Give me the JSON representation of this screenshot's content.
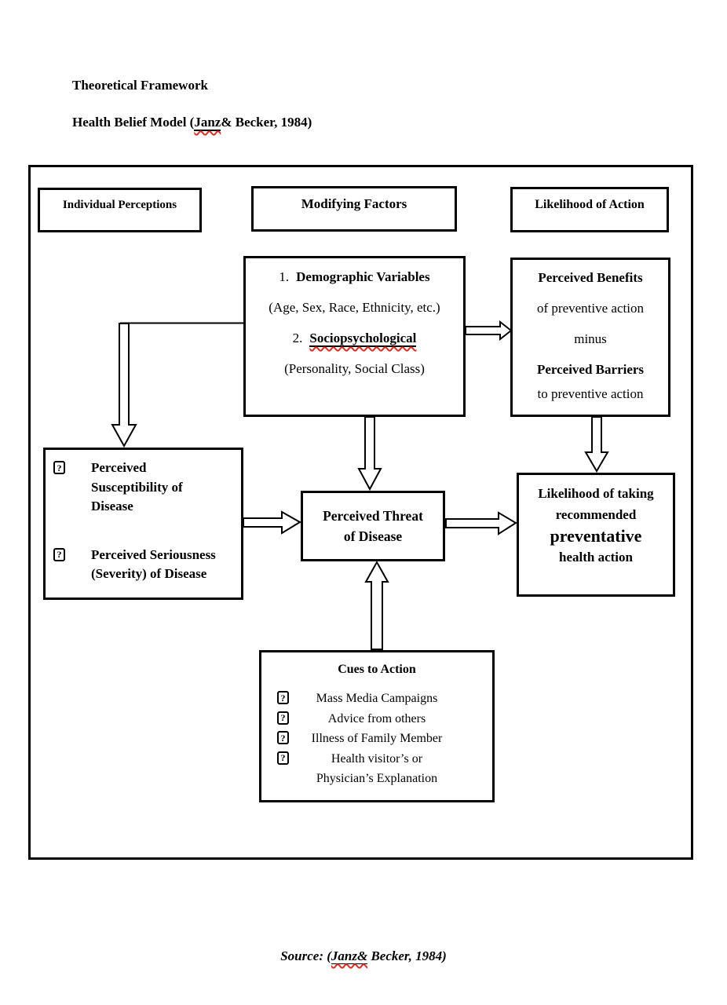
{
  "page": {
    "title_line1": "Theoretical Framework",
    "title2_prefix": "Health Belief Model (",
    "title2_flagged": "Janz",
    "title2_suffix": "& Becker, 1984)",
    "source_prefix": "Source: (",
    "source_flagged": "Janz&",
    "source_suffix": " Becker, 1984)"
  },
  "headers": {
    "individual": "Individual Perceptions",
    "modifying": "Modifying Factors",
    "likelihood": "Likelihood of Action"
  },
  "modifying_box": {
    "item1_num": "1.",
    "item1_main": "Demographic Variables",
    "item1_sub": "(Age, Sex, Race, Ethnicity, etc.)",
    "item2_num": "2.",
    "item2_main": "Sociopsychological",
    "item2_sub": "(Personality, Social Class)"
  },
  "benefits_box": {
    "line1": "Perceived Benefits",
    "line2": "of preventive action",
    "line3": "minus",
    "line4": "Perceived Barriers",
    "line5": "to preventive action"
  },
  "perceptions_box": {
    "bullet_glyph": "?",
    "item1_lines": [
      "Perceived",
      "Susceptibility of",
      "Disease"
    ],
    "item2_lines": [
      "Perceived Seriousness",
      "(Severity) of Disease"
    ]
  },
  "threat_box": {
    "line1": "Perceived Threat",
    "line2": "of Disease"
  },
  "action_box": {
    "line1": "Likelihood of taking",
    "line2": "recommended",
    "line3": "preventative",
    "line4": "health action"
  },
  "cues_box": {
    "title": "Cues to Action",
    "bullet_glyph": "?",
    "items": [
      "Mass Media Campaigns",
      "Advice from others",
      "Illness of Family Member",
      "Health visitor’s or"
    ],
    "continuation": "Physician’s Explanation"
  },
  "colors": {
    "ink": "#000000",
    "background": "#ffffff",
    "spellcheck_red": "#d93025"
  }
}
